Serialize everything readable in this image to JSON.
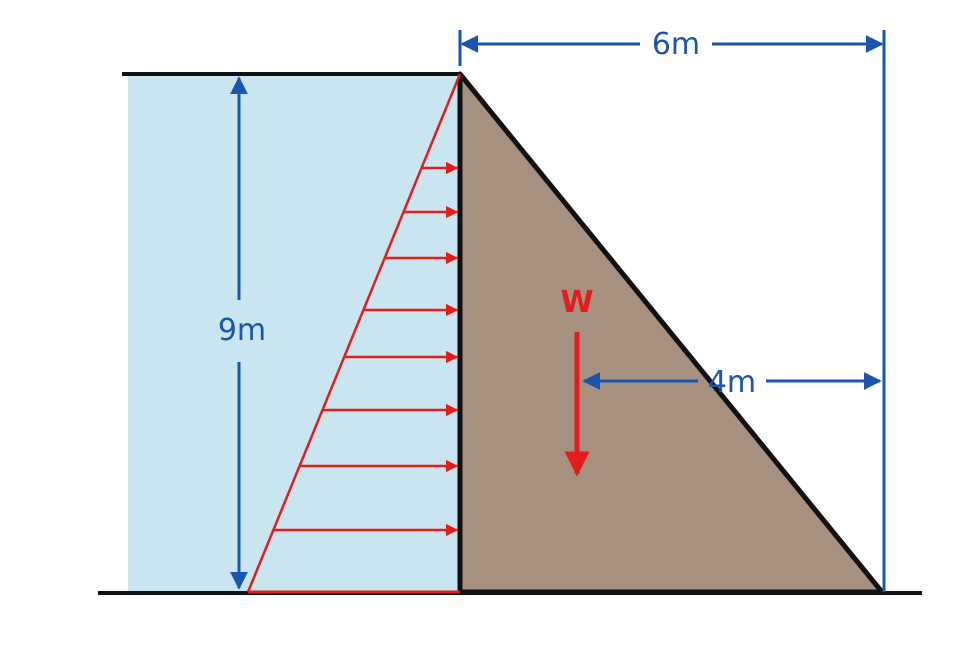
{
  "labels": {
    "width_top": "6m",
    "height": "9m",
    "moment_arm": "4m",
    "weight": "W"
  },
  "colors": {
    "water": "#c9e5f0",
    "dam": "#a69080",
    "outline": "#111111",
    "dimension": "#1a56b0",
    "pressure": "#e41c1c",
    "background": "#ffffff"
  }
}
